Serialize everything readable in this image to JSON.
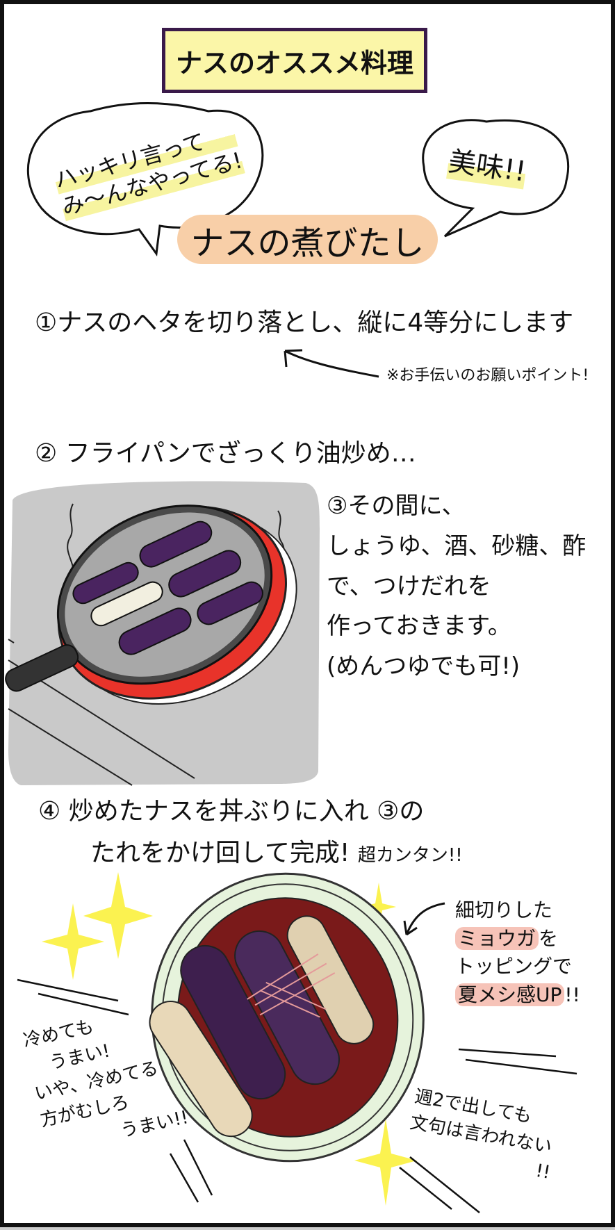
{
  "header": {
    "title": "ナスのオススメ料理"
  },
  "bubbles": {
    "left": [
      "ハッキリ言って",
      "み〜んなやってる!"
    ],
    "right": "美味!!"
  },
  "dish_name": "ナスの煮びたし",
  "steps": {
    "step1": "①ナスのヘタを切り落とし、縦に4等分にします",
    "step1_note": "※お手伝いのお願いポイント!",
    "step2": "② フライパンでざっくり油炒め…",
    "step3": [
      "③その間に、",
      "しょうゆ、酒、砂糖、酢",
      "で、つけだれを",
      "作っておきます。",
      "(めんつゆでも可!)"
    ],
    "step4_line1": "④ 炒めたナスを丼ぶりに入れ ③の",
    "step4_line2": "たれをかけ回して完成!",
    "step4_aside": "超カンタン!!"
  },
  "annotations": {
    "topping": {
      "line1": "細切りした",
      "line2_highlight": "ミョウガ",
      "line2_rest": "を",
      "line3": "トッピングで",
      "line4_highlight": "夏メシ感UP",
      "line4_rest": "!!"
    },
    "cold": [
      "冷めても",
      "うまい!",
      "いや、冷めてる",
      "方がむしろ",
      "うまい!!"
    ],
    "weekly": [
      "週2で出しても",
      "文句は言われない",
      "!!"
    ]
  },
  "colors": {
    "title_bg": "#fbf6a8",
    "title_border": "#3a1a4a",
    "pill": "#f8cfa8",
    "highlight_yellow": "#f7f4a0",
    "highlight_pink": "#f6c3b8",
    "pan_red": "#e8332a",
    "eggplant": "#4a2460",
    "sparkle": "#fbf250"
  }
}
